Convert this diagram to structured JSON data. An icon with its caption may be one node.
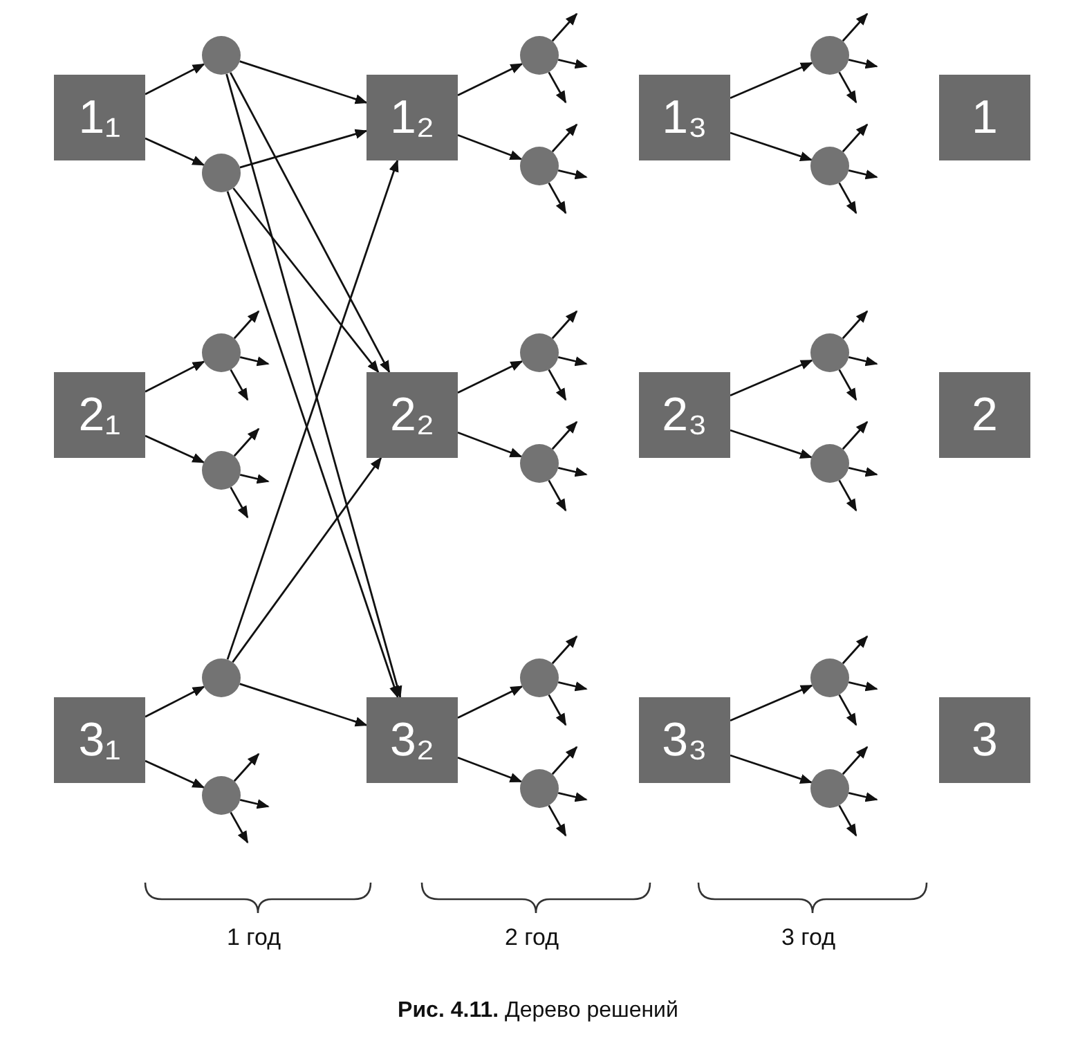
{
  "diagram": {
    "caption": "**Рис. 4.11.** Дерево решений",
    "nodes": [
      {
        "text": [
          "1₁"
        ]
      },
      {
        "text": [],
        "shape": "circle"
      },
      {
        "text": [],
        "shape": "circle"
      },
      {
        "text": [
          "1₂"
        ]
      },
      {
        "text": [],
        "shape": "circle"
      },
      {
        "text": [],
        "shape": "circle"
      },
      {
        "text": [
          "1₃"
        ]
      },
      {
        "text": [],
        "shape": "circle"
      },
      {
        "text": [],
        "shape": "circle"
      },
      {
        "text": [
          "1"
        ]
      },
      {
        "text": [
          "2₁"
        ]
      },
      {
        "text": [],
        "shape": "circle"
      },
      {
        "text": [],
        "shape": "circle"
      },
      {
        "text": [
          "2₂"
        ]
      },
      {
        "text": [],
        "shape": "circle"
      },
      {
        "text": [],
        "shape": "circle"
      },
      {
        "text": [
          "2₃"
        ]
      },
      {
        "text": [],
        "shape": "circle"
      },
      {
        "text": [],
        "shape": "circle"
      },
      {
        "text": [
          "2"
        ]
      },
      {
        "text": [
          "3₁"
        ]
      },
      {
        "text": [],
        "shape": "circle"
      },
      {
        "text": [],
        "shape": "circle"
      },
      {
        "text": [
          "3₂"
        ]
      },
      {
        "text": [],
        "shape": "circle"
      },
      {
        "text": [],
        "shape": "circle"
      },
      {
        "text": [
          "3₃"
        ]
      },
      {
        "text": [],
        "shape": "circle"
      },
      {
        "text": [],
        "shape": "circle"
      },
      {
        "text": [
          "3"
        ]
      }
    ],
    "edges": [
      {
        "from": 0,
        "to": 1,
        "arrow": "to"
      },
      {
        "from": 0,
        "to": 2,
        "arrow": "to"
      },
      {
        "from": 1,
        "to": 3,
        "arrow": "to"
      },
      {
        "from": 1,
        "to": 13,
        "arrow": "to"
      },
      {
        "from": 1,
        "to": 23,
        "arrow": "to"
      },
      {
        "from": 2,
        "to": 3,
        "arrow": "to"
      },
      {
        "from": 2,
        "to": 13,
        "arrow": "to"
      },
      {
        "from": 2,
        "to": 23,
        "arrow": "to"
      },
      {
        "from": 3,
        "to": 4,
        "arrow": "to"
      },
      {
        "from": 3,
        "to": 5,
        "arrow": "to"
      },
      {
        "from": 4,
        "to": null,
        "arrow": "to"
      },
      {
        "from": 4,
        "to": null,
        "arrow": "to"
      },
      {
        "from": 4,
        "to": null,
        "arrow": "to"
      },
      {
        "from": 5,
        "to": null,
        "arrow": "to"
      },
      {
        "from": 5,
        "to": null,
        "arrow": "to"
      },
      {
        "from": 5,
        "to": null,
        "arrow": "to"
      },
      {
        "from": 6,
        "to": 7,
        "arrow": "to"
      },
      {
        "from": 6,
        "to": 8,
        "arrow": "to"
      },
      {
        "from": 7,
        "to": null,
        "arrow": "to"
      },
      {
        "from": 7,
        "to": null,
        "arrow": "to"
      },
      {
        "from": 7,
        "to": null,
        "arrow": "to"
      },
      {
        "from": 8,
        "to": null,
        "arrow": "to"
      },
      {
        "from": 8,
        "to": null,
        "arrow": "to"
      },
      {
        "from": 8,
        "to": null,
        "arrow": "to"
      },
      {
        "from": 10,
        "to": 11,
        "arrow": "to"
      },
      {
        "from": 10,
        "to": 12,
        "arrow": "to"
      },
      {
        "from": 11,
        "to": null,
        "arrow": "to"
      },
      {
        "from": 11,
        "to": null,
        "arrow": "to"
      },
      {
        "from": 11,
        "to": null,
        "arrow": "to"
      },
      {
        "from": 12,
        "to": null,
        "arrow": "to"
      },
      {
        "from": 12,
        "to": null,
        "arrow": "to"
      },
      {
        "from": 12,
        "to": null,
        "arrow": "to"
      },
      {
        "from": 13,
        "to": 14,
        "arrow": "to"
      },
      {
        "from": 13,
        "to": 15,
        "arrow": "to"
      },
      {
        "from": 14,
        "to": null,
        "arrow": "to"
      },
      {
        "from": 14,
        "to": null,
        "arrow": "to"
      },
      {
        "from": 14,
        "to": null,
        "arrow": "to"
      },
      {
        "from": 15,
        "to": null,
        "arrow": "to"
      },
      {
        "from": 15,
        "to": null,
        "arrow": "to"
      },
      {
        "from": 15,
        "to": null,
        "arrow": "to"
      },
      {
        "from": 16,
        "to": 17,
        "arrow": "to"
      },
      {
        "from": 16,
        "to": 18,
        "arrow": "to"
      },
      {
        "from": 17,
        "to": null,
        "arrow": "to"
      },
      {
        "from": 17,
        "to": null,
        "arrow": "to"
      },
      {
        "from": 17,
        "to": null,
        "arrow": "to"
      },
      {
        "from": 18,
        "to": null,
        "arrow": "to"
      },
      {
        "from": 18,
        "to": null,
        "arrow": "to"
      },
      {
        "from": 18,
        "to": null,
        "arrow": "to"
      },
      {
        "from": 20,
        "to": 21,
        "arrow": "to"
      },
      {
        "from": 20,
        "to": 22,
        "arrow": "to"
      },
      {
        "from": 21,
        "to": 3,
        "arrow": "to"
      },
      {
        "from": 21,
        "to": 13,
        "arrow": "to"
      },
      {
        "from": 21,
        "to": 23,
        "arrow": "to"
      },
      {
        "from": 22,
        "to": null,
        "arrow": "to"
      },
      {
        "from": 22,
        "to": null,
        "arrow": "to"
      },
      {
        "from": 22,
        "to": null,
        "arrow": "to"
      },
      {
        "from": 23,
        "to": 24,
        "arrow": "to"
      },
      {
        "from": 23,
        "to": 25,
        "arrow": "to"
      },
      {
        "from": 24,
        "to": null,
        "arrow": "to"
      },
      {
        "from": 24,
        "to": null,
        "arrow": "to"
      },
      {
        "from": 24,
        "to": null,
        "arrow": "to"
      },
      {
        "from": 25,
        "to": null,
        "arrow": "to"
      },
      {
        "from": 25,
        "to": null,
        "arrow": "to"
      },
      {
        "from": 25,
        "to": null,
        "arrow": "to"
      },
      {
        "from": 26,
        "to": 27,
        "arrow": "to"
      },
      {
        "from": 26,
        "to": 28,
        "arrow": "to"
      },
      {
        "from": 27,
        "to": null,
        "arrow": "to"
      },
      {
        "from": 27,
        "to": null,
        "arrow": "to"
      },
      {
        "from": 27,
        "to": null,
        "arrow": "to"
      },
      {
        "from": 28,
        "to": null,
        "arrow": "to"
      },
      {
        "from": 28,
        "to": null,
        "arrow": "to"
      },
      {
        "from": 28,
        "to": null,
        "arrow": "to"
      }
    ],
    "labels": [
      "1 год",
      "2 год",
      "3 год"
    ]
  }
}
